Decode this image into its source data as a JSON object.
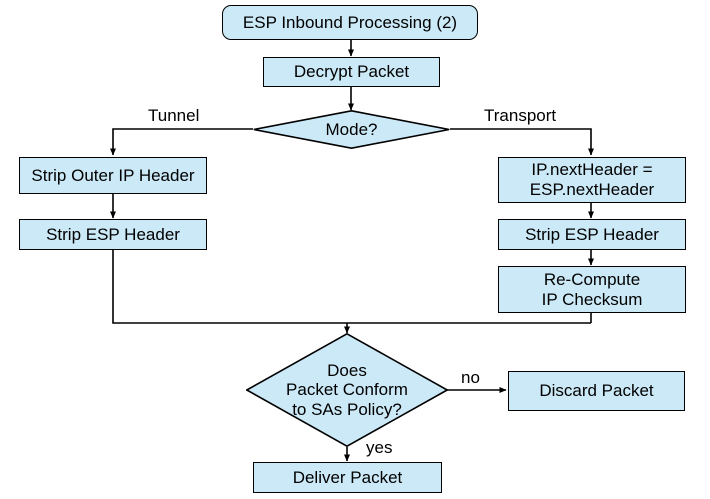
{
  "diagram": {
    "title": "ESP Inbound Processing (2)",
    "type": "flowchart",
    "colors": {
      "node_fill": "#CCE9F7",
      "node_stroke": "#000000",
      "text": "#000000",
      "background": "#FFFFFF"
    }
  },
  "nodes": {
    "start": {
      "label": "ESP Inbound Processing (2)",
      "shape": "rounded-rect"
    },
    "decrypt": {
      "label": "Decrypt Packet",
      "shape": "rect"
    },
    "mode": {
      "label": "Mode?",
      "shape": "diamond"
    },
    "strip_outer_ip": {
      "label": "Strip Outer IP Header",
      "shape": "rect"
    },
    "strip_esp_left": {
      "label": "Strip ESP Header",
      "shape": "rect"
    },
    "next_header": {
      "label": "IP.nextHeader =\nESP.nextHeader",
      "shape": "rect"
    },
    "strip_esp_right": {
      "label": "Strip ESP Header",
      "shape": "rect"
    },
    "recompute": {
      "label": "Re-Compute\nIP Checksum",
      "shape": "rect"
    },
    "conform": {
      "label": "Does\nPacket Conform\nto SAs Policy?",
      "shape": "diamond"
    },
    "discard": {
      "label": "Discard Packet",
      "shape": "rect"
    },
    "deliver": {
      "label": "Deliver Packet",
      "shape": "rect"
    }
  },
  "edge_labels": {
    "tunnel": "Tunnel",
    "transport": "Transport",
    "no": "no",
    "yes": "yes"
  }
}
